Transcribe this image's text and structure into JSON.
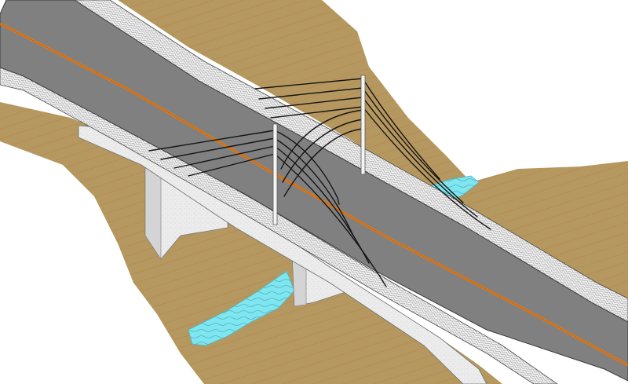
{
  "scene": {
    "subject": "cable-stayed-bridge-over-river-gorge",
    "colors": {
      "background": "#ffffff",
      "terrain": "#b5985f",
      "terrain_hatch": "#c0622f",
      "water": "#7fe6f0",
      "water_line": "#4fb8c6",
      "deck_surface": "#808080",
      "deck_edge": "#3a3a3a",
      "center_line": "#e07a1a",
      "concrete": "#ececec",
      "concrete_dark": "#cfcfcf",
      "parapet_hatch": "#9a9a9a",
      "pylon": "#f4f4f4",
      "cable": "#141414"
    },
    "pylons": [
      {
        "name": "near-pylon",
        "cable_count": 4
      },
      {
        "name": "far-pylon",
        "cable_count": 4
      }
    ],
    "piers": [
      {
        "name": "left-pier"
      },
      {
        "name": "right-pier"
      }
    ]
  }
}
